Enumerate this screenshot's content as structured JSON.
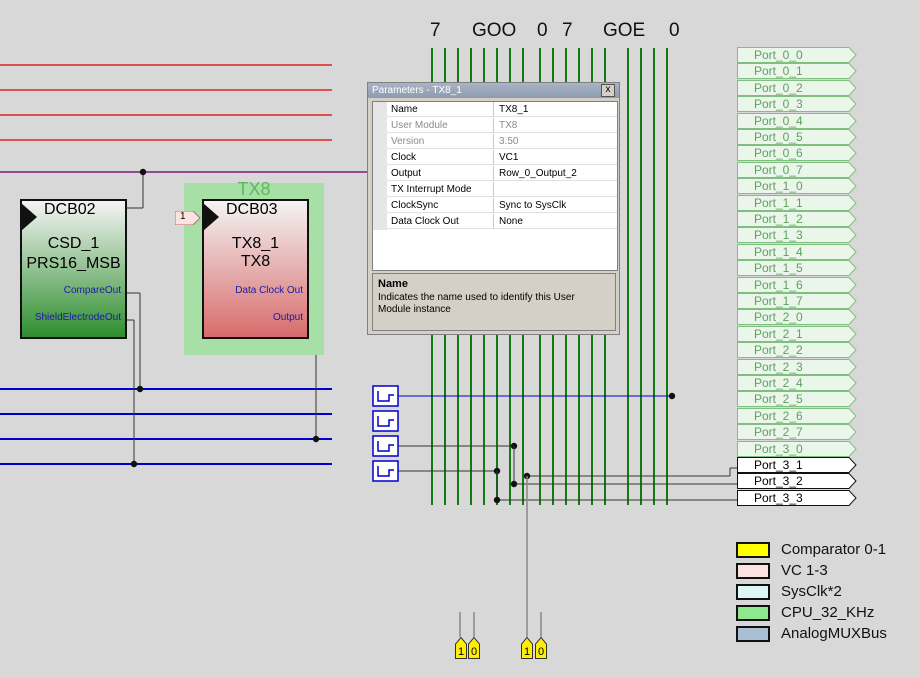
{
  "top_labels": [
    "7",
    "GOO",
    "0",
    "7",
    "GOE",
    "0"
  ],
  "blocks": {
    "dcb02": {
      "name": "DCB02",
      "line1": "CSD_1",
      "line2": "PRS16_MSB",
      "pin1": "CompareOut",
      "pin2": "ShieldElectrodeOut",
      "color": "#2f8e2f"
    },
    "dcb03": {
      "name": "DCB03",
      "line1": "TX8_1",
      "line2": "TX8",
      "pin1": "Data Clock Out",
      "pin2": "Output",
      "color": "#d86c6c",
      "module_title": "TX8",
      "interrupt_flag": "1"
    }
  },
  "params_window": {
    "title": "Parameters - TX8_1",
    "close": "x",
    "rows": [
      {
        "key": "Name",
        "value": "TX8_1",
        "disabled": false
      },
      {
        "key": "User Module",
        "value": "TX8",
        "disabled": true
      },
      {
        "key": "Version",
        "value": "3.50",
        "disabled": true
      },
      {
        "key": "Clock",
        "value": "VC1",
        "disabled": false
      },
      {
        "key": "Output",
        "value": "Row_0_Output_2",
        "disabled": false
      },
      {
        "key": "TX Interrupt Mode",
        "value": "",
        "disabled": false
      },
      {
        "key": "ClockSync",
        "value": "Sync to SysClk",
        "disabled": false
      },
      {
        "key": "Data Clock Out",
        "value": "None",
        "disabled": false
      }
    ],
    "desc_title": "Name",
    "desc_text": "Indicates the name used to identify this User Module instance"
  },
  "ports": [
    {
      "label": "Port_0_0",
      "active": false
    },
    {
      "label": "Port_0_1",
      "active": false
    },
    {
      "label": "Port_0_2",
      "active": false
    },
    {
      "label": "Port_0_3",
      "active": false
    },
    {
      "label": "Port_0_4",
      "active": false
    },
    {
      "label": "Port_0_5",
      "active": false
    },
    {
      "label": "Port_0_6",
      "active": false
    },
    {
      "label": "Port_0_7",
      "active": false
    },
    {
      "label": "Port_1_0",
      "active": false
    },
    {
      "label": "Port_1_1",
      "active": false
    },
    {
      "label": "Port_1_2",
      "active": false
    },
    {
      "label": "Port_1_3",
      "active": false
    },
    {
      "label": "Port_1_4",
      "active": false
    },
    {
      "label": "Port_1_5",
      "active": false
    },
    {
      "label": "Port_1_6",
      "active": false
    },
    {
      "label": "Port_1_7",
      "active": false
    },
    {
      "label": "Port_2_0",
      "active": false
    },
    {
      "label": "Port_2_1",
      "active": false
    },
    {
      "label": "Port_2_2",
      "active": false
    },
    {
      "label": "Port_2_3",
      "active": false
    },
    {
      "label": "Port_2_4",
      "active": false
    },
    {
      "label": "Port_2_5",
      "active": false
    },
    {
      "label": "Port_2_6",
      "active": false
    },
    {
      "label": "Port_2_7",
      "active": false
    },
    {
      "label": "Port_3_0",
      "active": false
    },
    {
      "label": "Port_3_1",
      "active": true
    },
    {
      "label": "Port_3_2",
      "active": true
    },
    {
      "label": "Port_3_3",
      "active": true
    }
  ],
  "legend": [
    {
      "label": "Comparator 0-1",
      "color": "#ffff00"
    },
    {
      "label": "VC 1-3",
      "color": "#fde3df"
    },
    {
      "label": "SysClk*2",
      "color": "#e0f7f7"
    },
    {
      "label": "CPU_32_KHz",
      "color": "#8ee88e"
    },
    {
      "label": "AnalogMUXBus",
      "color": "#aabfd4"
    }
  ],
  "io_pins": [
    "1",
    "0",
    "1",
    "0"
  ],
  "colors": {
    "global_bus": "#117a11",
    "row_input": "#0000cc",
    "clock_line": "#dd2222",
    "row_bus": "#7a1a7a",
    "port_inactive_border": "#7fbf7f",
    "port_inactive_text": "#5fa05f",
    "pin_yellow": "#ffee00"
  }
}
